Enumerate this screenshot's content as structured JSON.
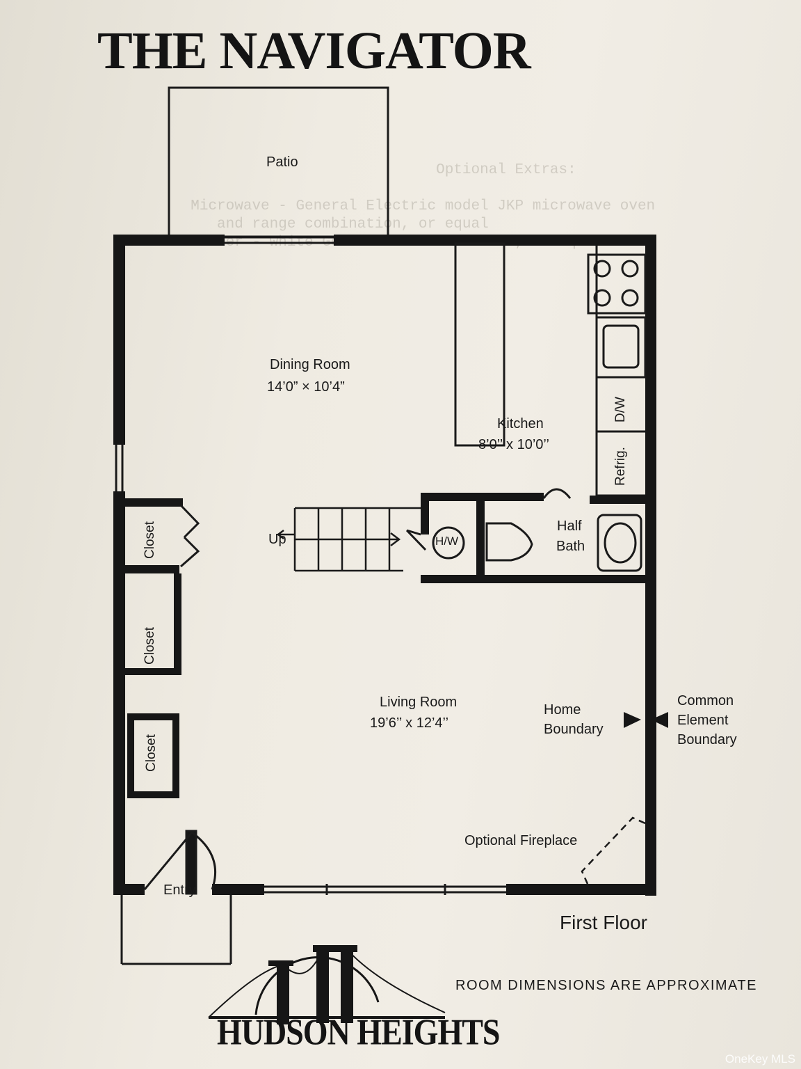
{
  "title": "THE NAVIGATOR",
  "rooms": {
    "patio": "Patio",
    "dining_name": "Dining Room",
    "dining_dims": "14’0” × 10’4”",
    "kitchen_name": "Kitchen",
    "kitchen_dims": "8’0’’  x  10’0’’",
    "living_name": "Living Room",
    "living_dims": "19’6’’  x  12’4’’",
    "half_bath_1": "Half",
    "half_bath_2": "Bath",
    "entry": "Entry",
    "closet_1": "Closet",
    "closet_2": "Closet",
    "closet_3": "Closet",
    "stairs_up": "Up",
    "hw": "H/W",
    "dw": "D/W",
    "refrig": "Refrig."
  },
  "annotations": {
    "home_boundary_1": "Home",
    "home_boundary_2": "Boundary",
    "common_1": "Common",
    "common_2": "Element",
    "common_3": "Boundary",
    "fireplace": "Optional Fireplace",
    "first_floor": "First Floor",
    "approximate": "ROOM  DIMENSIONS  ARE  APPROXIMATE"
  },
  "logo": {
    "text": "HUDSON HEIGHTS"
  },
  "watermark": "OneKey MLS"
}
